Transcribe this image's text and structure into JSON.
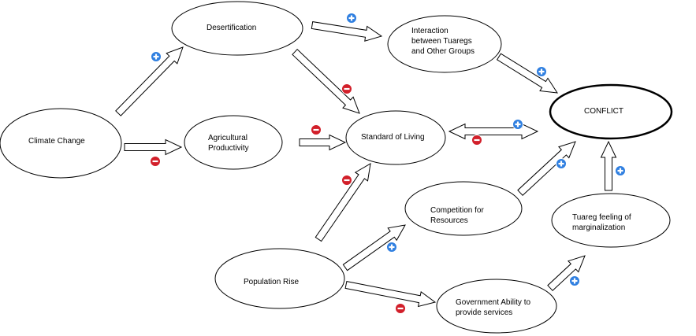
{
  "colors": {
    "background": "#ffffff",
    "stroke": "#000000",
    "positive": "#2f7fe0",
    "negative": "#d21f2a"
  },
  "nodes": {
    "climate_change": [
      "Climate Change"
    ],
    "desertification": [
      "Desertification"
    ],
    "agricultural_productivity": [
      "Agricultural",
      "Productivity"
    ],
    "standard_of_living": [
      "Standard of Living"
    ],
    "interaction": [
      "Interaction",
      "between Tuaregs",
      "and Other Groups"
    ],
    "conflict": [
      "CONFLICT"
    ],
    "competition": [
      "Competition for",
      "Resources"
    ],
    "population_rise": [
      "Population Rise"
    ],
    "government_ability": [
      "Government Ability to",
      "provide services"
    ],
    "tuareg_feeling": [
      "Tuareg feeling of",
      "marginalization"
    ]
  },
  "edges": [
    {
      "from": "Climate Change",
      "to": "Desertification",
      "sign": "+"
    },
    {
      "from": "Climate Change",
      "to": "Agricultural Productivity",
      "sign": "-"
    },
    {
      "from": "Desertification",
      "to": "Interaction between Tuaregs and Other Groups",
      "sign": "+"
    },
    {
      "from": "Desertification",
      "to": "Standard of Living",
      "sign": "-"
    },
    {
      "from": "Agricultural Productivity",
      "to": "Standard of Living",
      "sign": "-"
    },
    {
      "from": "Population Rise",
      "to": "Standard of Living",
      "sign": "-"
    },
    {
      "from": "Interaction between Tuaregs and Other Groups",
      "to": "CONFLICT",
      "sign": "+"
    },
    {
      "from": "Standard of Living",
      "to": "CONFLICT",
      "sign": "+",
      "bidirectional": true
    },
    {
      "from": "CONFLICT",
      "to": "Standard of Living",
      "sign": "-",
      "bidirectional": true
    },
    {
      "from": "Competition for Resources",
      "to": "CONFLICT",
      "sign": "+"
    },
    {
      "from": "Tuareg feeling of marginalization",
      "to": "CONFLICT",
      "sign": "+"
    },
    {
      "from": "Population Rise",
      "to": "Competition for Resources",
      "sign": "+"
    },
    {
      "from": "Population Rise",
      "to": "Government Ability to provide services",
      "sign": "-"
    },
    {
      "from": "Government Ability to provide services",
      "to": "Tuareg feeling of marginalization",
      "sign": "+"
    }
  ]
}
